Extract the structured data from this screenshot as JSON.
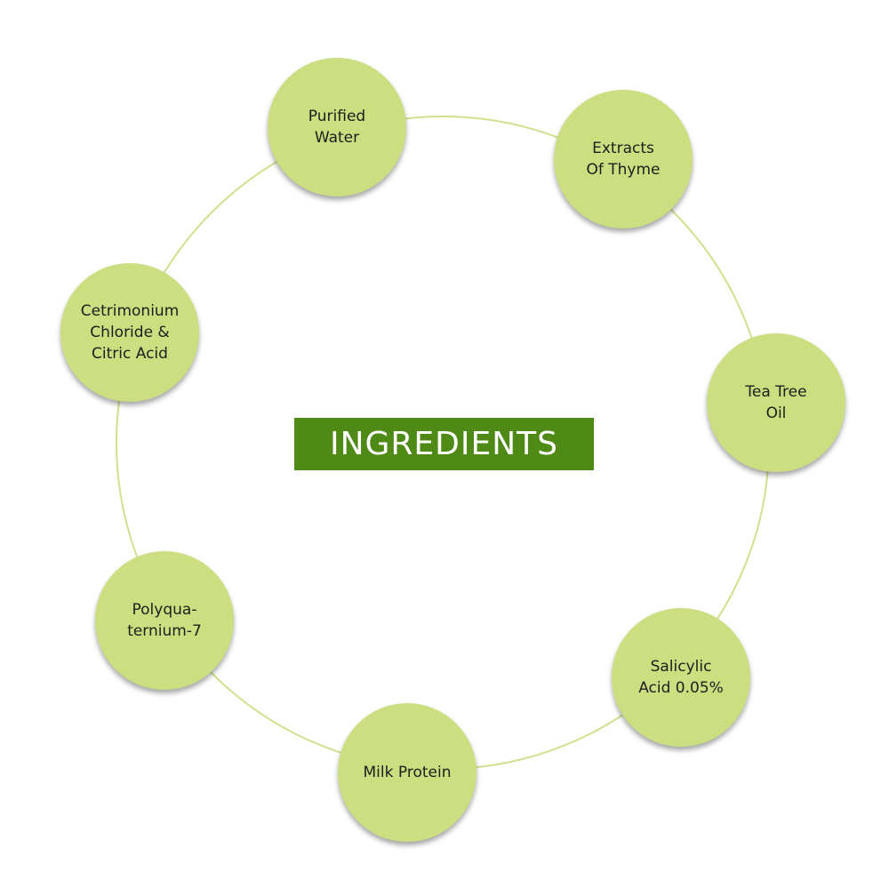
{
  "title": "INGREDIENTS",
  "colors": {
    "node_fill": "#cbde80",
    "ring_line": "#cfe08e",
    "title_bg": "#4f8a16",
    "title_text": "#ffffff",
    "node_text": "#1e1e1e"
  },
  "ingredients": [
    "Purified\nWater",
    "Extracts\nOf Thyme",
    "Tea Tree\nOil",
    "Salicylic\nAcid 0.05%",
    "Milk Protein",
    "Polyqua-\nternium-7",
    "Cetrimonium\nChloride &\nCitric Acid"
  ]
}
